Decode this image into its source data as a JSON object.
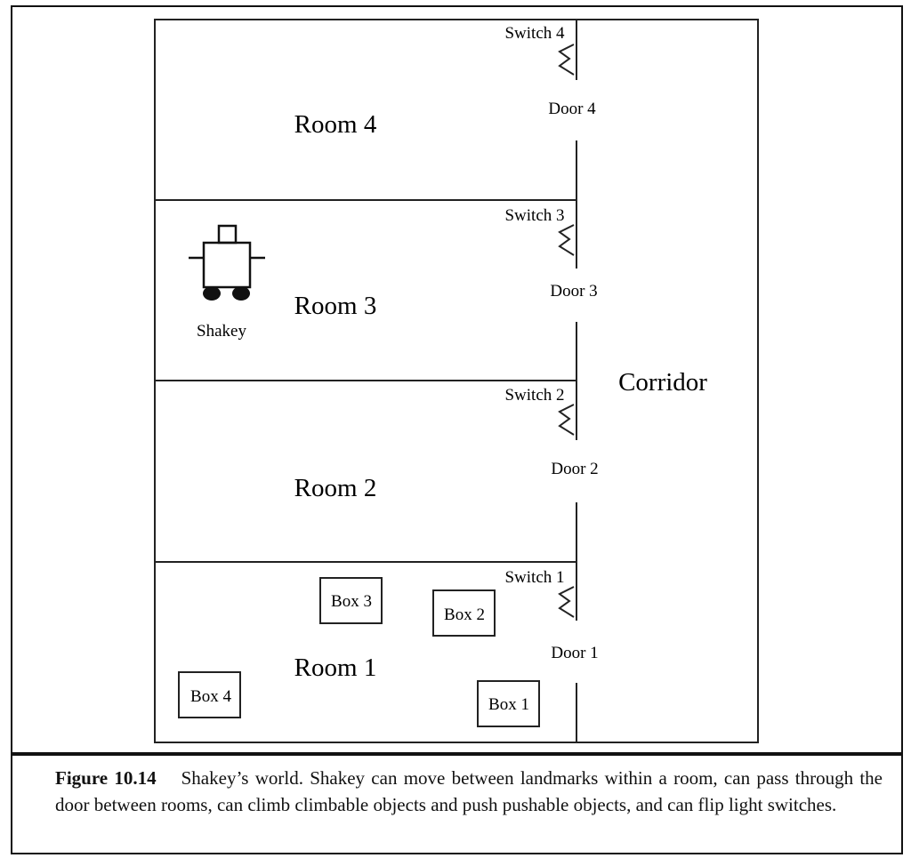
{
  "diagram": {
    "rooms": [
      "Room 4",
      "Room 3",
      "Room 2",
      "Room 1"
    ],
    "corridor": "Corridor",
    "switches": [
      "Switch 4",
      "Switch 3",
      "Switch 2",
      "Switch 1"
    ],
    "doors": [
      "Door 4",
      "Door 3",
      "Door 2",
      "Door 1"
    ],
    "boxes": [
      "Box 3",
      "Box 2",
      "Box 4",
      "Box 1"
    ],
    "robot": "Shakey"
  },
  "caption": {
    "figure": "Figure 10.14",
    "text": "Shakey’s world. Shakey can move between landmarks within a room, can pass through the door between rooms, can climb climbable objects and push pushable objects, and can flip light switches."
  }
}
